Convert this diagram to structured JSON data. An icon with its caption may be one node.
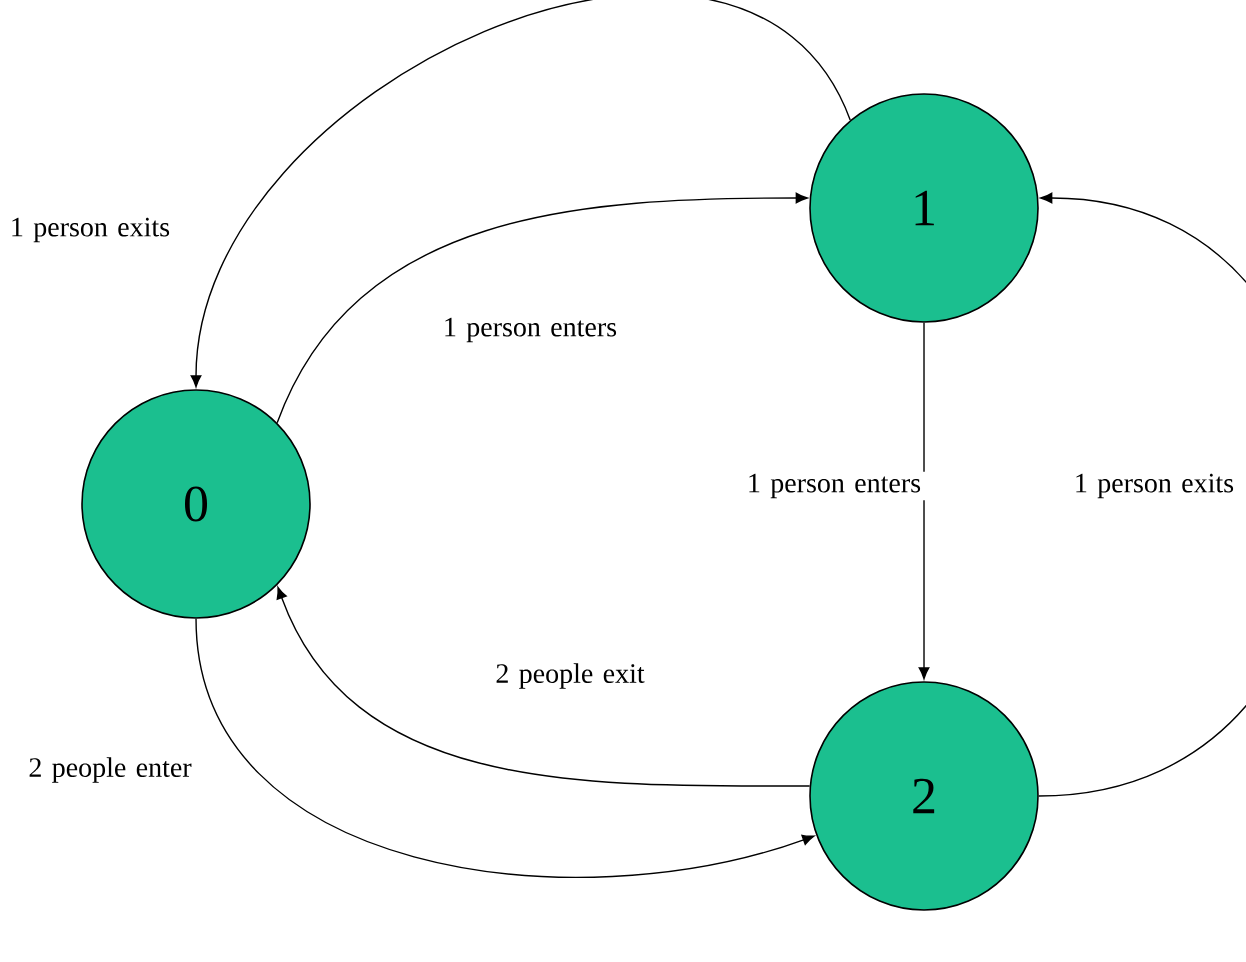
{
  "diagram": {
    "nodes": [
      {
        "text": [
          "0"
        ]
      },
      {
        "text": [
          "1"
        ]
      },
      {
        "text": [
          "2"
        ]
      }
    ],
    "edges": [
      {
        "from": 1,
        "to": 0,
        "arrow": "to",
        "label": "1 person exits"
      },
      {
        "from": 0,
        "to": 1,
        "arrow": "to",
        "label": "1 person enters"
      },
      {
        "from": 1,
        "to": 2,
        "arrow": "to",
        "label": "1 person enters"
      },
      {
        "from": 2,
        "to": 1,
        "arrow": "to",
        "label": "1 person exits"
      },
      {
        "from": 2,
        "to": 0,
        "arrow": "to",
        "label": "2 people exit"
      },
      {
        "from": 0,
        "to": 2,
        "arrow": "to",
        "label": "2 people enter"
      }
    ]
  }
}
